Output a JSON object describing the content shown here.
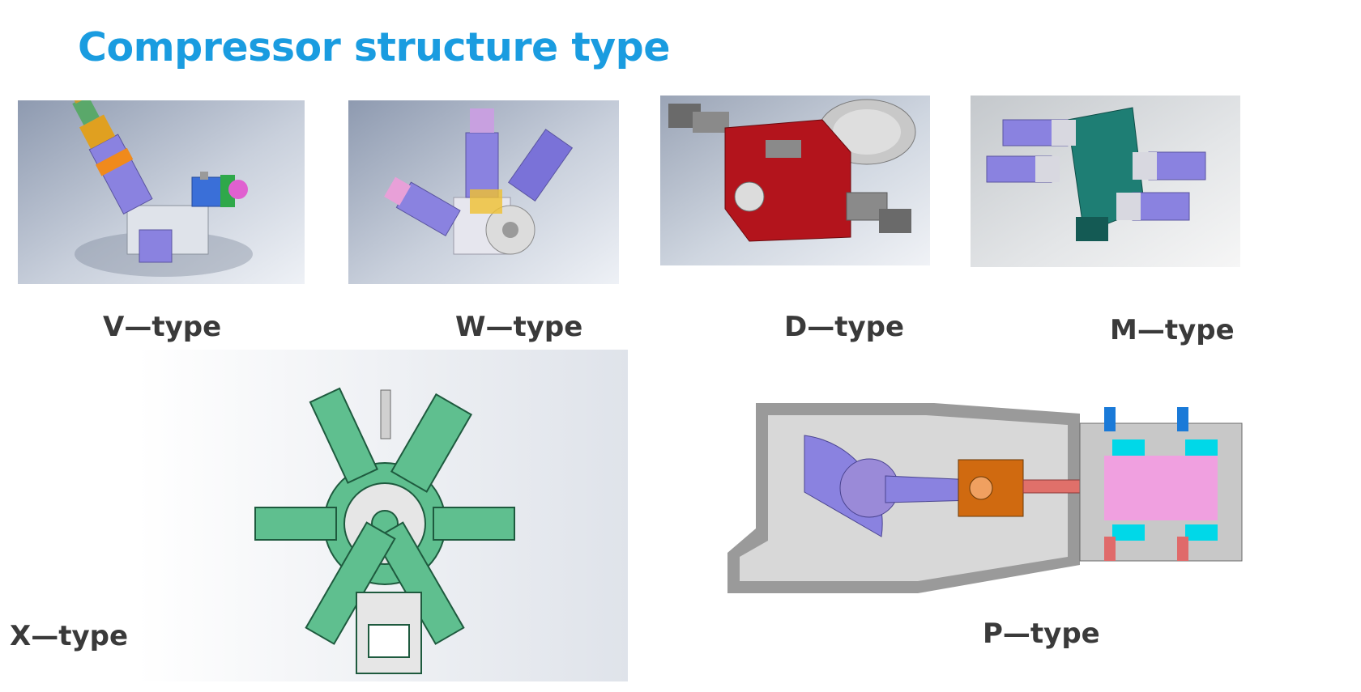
{
  "title": "Compressor structure type",
  "types": {
    "v": {
      "label": "V—type"
    },
    "w": {
      "label": "W—type"
    },
    "d": {
      "label": "D—type"
    },
    "m": {
      "label": "M—type"
    },
    "x": {
      "label": "X—type"
    },
    "p": {
      "label": "P—type"
    }
  },
  "colors": {
    "title": "#1a9ce0",
    "label": "#3a3a3a",
    "x_type_body": "#5fbf8f",
    "d_type_body": "#b3141c",
    "m_type_body": "#1e7e74",
    "cylinder_purple": "#8a82e0"
  }
}
